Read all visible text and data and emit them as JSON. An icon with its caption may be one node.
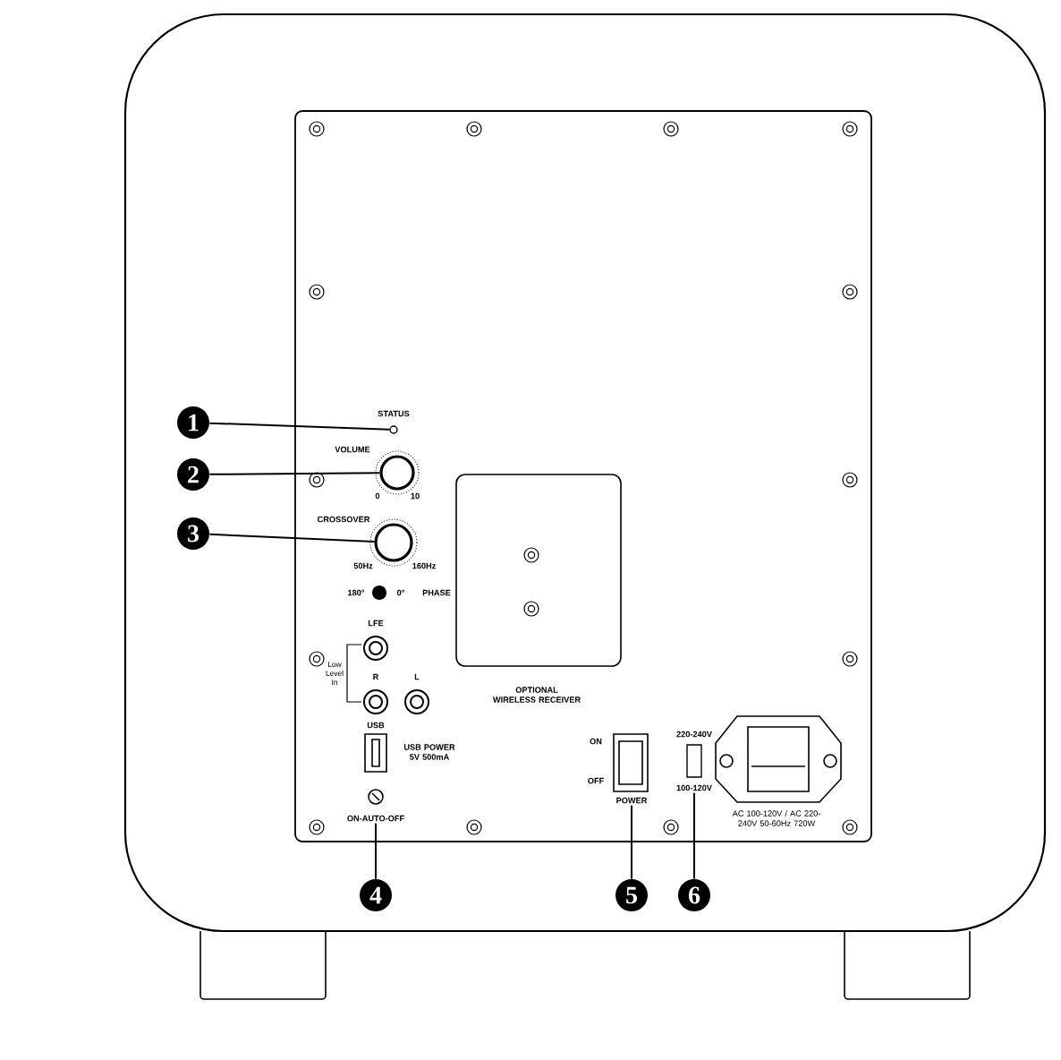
{
  "diagram": {
    "nodes": [
      {
        "text": [
          "1"
        ]
      },
      {
        "text": [
          "2"
        ]
      },
      {
        "text": [
          "3"
        ]
      },
      {
        "text": [
          "4"
        ]
      },
      {
        "text": [
          "5"
        ]
      },
      {
        "text": [
          "6"
        ]
      },
      {
        "text": [],
        "shape": "circle"
      },
      {
        "text": [],
        "shape": "circle"
      },
      {
        "text": [],
        "shape": "circle"
      },
      {
        "text": [
          "ON-AUTO-OFF"
        ]
      },
      {
        "text": [
          "POWER"
        ]
      },
      {
        "text": [
          "100-120V"
        ]
      }
    ],
    "edges": [
      {
        "from": 0,
        "to": 6,
        "arrow": "none"
      },
      {
        "from": 1,
        "to": 7,
        "arrow": "none"
      },
      {
        "from": 2,
        "to": 8,
        "arrow": "none"
      },
      {
        "from": 3,
        "to": 9,
        "arrow": "none"
      },
      {
        "from": 4,
        "to": 10,
        "arrow": "none"
      },
      {
        "from": 5,
        "to": 11,
        "arrow": "none"
      }
    ],
    "labels": [
      "STATUS",
      "VOLUME",
      "0",
      "10",
      "CROSSOVER",
      "50Hz",
      "160Hz",
      "180°",
      "0°",
      "PHASE",
      "LFE",
      "Low Level In",
      "R",
      "L",
      "USB",
      "USB POWER 5V 500mA",
      "OPTIONAL WIRELESS RECEIVER",
      "ON",
      "OFF",
      "220-240V",
      "AC 100-120V / AC 220-240V 50-60Hz 720W"
    ]
  }
}
